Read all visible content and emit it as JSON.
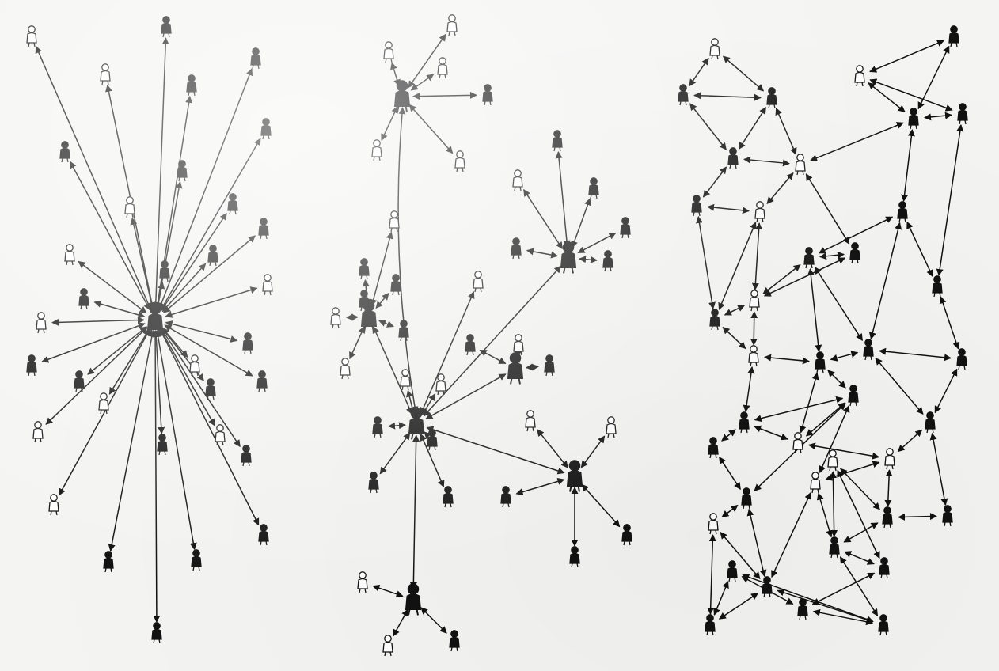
{
  "figure": {
    "colors": {
      "paper": "#f4f4f2",
      "ink": "#111111",
      "hollow_fill": "#ffffff"
    },
    "icon_names": [
      "person-icon",
      "arrow"
    ],
    "panels": [
      {
        "id": "centralized",
        "nodes": [
          {
            "id": "hub",
            "filled": true,
            "big": true
          },
          {
            "id": "n01",
            "filled": false
          },
          {
            "id": "n02",
            "filled": true
          },
          {
            "id": "n03",
            "filled": true
          },
          {
            "id": "n04",
            "filled": false
          },
          {
            "id": "n05",
            "filled": true
          },
          {
            "id": "n06",
            "filled": true
          },
          {
            "id": "n07",
            "filled": true
          },
          {
            "id": "n08",
            "filled": true
          },
          {
            "id": "n09",
            "filled": true
          },
          {
            "id": "n10",
            "filled": false
          },
          {
            "id": "n11",
            "filled": true
          },
          {
            "id": "n12",
            "filled": false
          },
          {
            "id": "n13",
            "filled": true
          },
          {
            "id": "n14",
            "filled": true
          },
          {
            "id": "n15",
            "filled": false
          },
          {
            "id": "n16",
            "filled": true
          },
          {
            "id": "n17",
            "filled": false
          },
          {
            "id": "n18",
            "filled": true
          },
          {
            "id": "n19",
            "filled": true
          },
          {
            "id": "n20",
            "filled": true
          },
          {
            "id": "n21",
            "filled": false
          },
          {
            "id": "n22",
            "filled": true
          },
          {
            "id": "n23",
            "filled": false
          },
          {
            "id": "n24",
            "filled": true
          },
          {
            "id": "n25",
            "filled": false
          },
          {
            "id": "n26",
            "filled": true
          },
          {
            "id": "n27",
            "filled": true
          },
          {
            "id": "n28",
            "filled": false
          },
          {
            "id": "n29",
            "filled": true
          },
          {
            "id": "n30",
            "filled": true
          },
          {
            "id": "n31",
            "filled": true
          },
          {
            "id": "n32",
            "filled": true
          },
          {
            "id": "n33",
            "filled": false
          }
        ],
        "edges": [
          [
            "hub",
            "n01"
          ],
          [
            "hub",
            "n02"
          ],
          [
            "hub",
            "n03"
          ],
          [
            "hub",
            "n04"
          ],
          [
            "hub",
            "n05"
          ],
          [
            "hub",
            "n06"
          ],
          [
            "hub",
            "n07"
          ],
          [
            "hub",
            "n08"
          ],
          [
            "hub",
            "n09"
          ],
          [
            "hub",
            "n10"
          ],
          [
            "hub",
            "n11"
          ],
          [
            "hub",
            "n12"
          ],
          [
            "hub",
            "n13"
          ],
          [
            "hub",
            "n14"
          ],
          [
            "hub",
            "n15"
          ],
          [
            "hub",
            "n16"
          ],
          [
            "hub",
            "n17"
          ],
          [
            "hub",
            "n18"
          ],
          [
            "hub",
            "n19"
          ],
          [
            "hub",
            "n20"
          ],
          [
            "hub",
            "n21"
          ],
          [
            "hub",
            "n22"
          ],
          [
            "hub",
            "n23"
          ],
          [
            "hub",
            "n24"
          ],
          [
            "hub",
            "n25"
          ],
          [
            "hub",
            "n26"
          ],
          [
            "hub",
            "n27"
          ],
          [
            "hub",
            "n28"
          ],
          [
            "hub",
            "n29"
          ],
          [
            "hub",
            "n30"
          ],
          [
            "hub",
            "n31"
          ],
          [
            "hub",
            "n32"
          ],
          [
            "hub",
            "n33"
          ]
        ]
      },
      {
        "id": "decentralized",
        "nodes": [
          {
            "id": "h1",
            "filled": true,
            "big": true
          },
          {
            "id": "h2",
            "filled": true,
            "big": true
          },
          {
            "id": "h3",
            "filled": true,
            "big": true
          },
          {
            "id": "h4",
            "filled": true,
            "big": true
          },
          {
            "id": "h5",
            "filled": true,
            "big": true
          },
          {
            "id": "h6",
            "filled": true,
            "big": true
          },
          {
            "id": "h7",
            "filled": true,
            "big": true
          },
          {
            "id": "a1",
            "filled": false
          },
          {
            "id": "a2",
            "filled": false
          },
          {
            "id": "a3",
            "filled": false
          },
          {
            "id": "a4",
            "filled": true
          },
          {
            "id": "a5",
            "filled": false
          },
          {
            "id": "a6",
            "filled": false
          },
          {
            "id": "b1",
            "filled": false
          },
          {
            "id": "b2",
            "filled": true
          },
          {
            "id": "b3",
            "filled": true
          },
          {
            "id": "b4",
            "filled": false
          },
          {
            "id": "b5",
            "filled": true
          },
          {
            "id": "b6",
            "filled": false
          },
          {
            "id": "b7",
            "filled": true
          },
          {
            "id": "c1",
            "filled": true
          },
          {
            "id": "c2",
            "filled": false
          },
          {
            "id": "c3",
            "filled": true
          },
          {
            "id": "c4",
            "filled": true
          },
          {
            "id": "c5",
            "filled": true
          },
          {
            "id": "c6",
            "filled": true
          },
          {
            "id": "d1",
            "filled": true
          },
          {
            "id": "d2",
            "filled": false
          },
          {
            "id": "d3",
            "filled": true
          },
          {
            "id": "e1",
            "filled": false
          },
          {
            "id": "e2",
            "filled": false
          },
          {
            "id": "e3",
            "filled": true
          },
          {
            "id": "e4",
            "filled": true
          },
          {
            "id": "e5",
            "filled": true
          },
          {
            "id": "e6",
            "filled": false
          },
          {
            "id": "e7",
            "filled": true
          },
          {
            "id": "f1",
            "filled": false
          },
          {
            "id": "f2",
            "filled": false
          },
          {
            "id": "f3",
            "filled": true
          },
          {
            "id": "f4",
            "filled": true
          },
          {
            "id": "f5",
            "filled": true
          },
          {
            "id": "g1",
            "filled": false
          },
          {
            "id": "g2",
            "filled": false
          },
          {
            "id": "g3",
            "filled": true
          }
        ],
        "edges": [
          [
            "h1",
            "a1"
          ],
          [
            "h1",
            "a2"
          ],
          [
            "h1",
            "a3"
          ],
          [
            "h1",
            "a4"
          ],
          [
            "h1",
            "a5"
          ],
          [
            "h1",
            "a6"
          ],
          [
            "h1",
            "h2"
          ],
          [
            "h3",
            "b1"
          ],
          [
            "h3",
            "b2"
          ],
          [
            "h3",
            "b3"
          ],
          [
            "h3",
            "b4"
          ],
          [
            "h3",
            "b5"
          ],
          [
            "h3",
            "b6"
          ],
          [
            "h3",
            "b7"
          ],
          [
            "h3",
            "h2"
          ],
          [
            "h4",
            "c1"
          ],
          [
            "h4",
            "c2"
          ],
          [
            "h4",
            "c3"
          ],
          [
            "h4",
            "c4"
          ],
          [
            "h4",
            "c5"
          ],
          [
            "h4",
            "c6"
          ],
          [
            "h5",
            "d1"
          ],
          [
            "h5",
            "d2"
          ],
          [
            "h5",
            "d3"
          ],
          [
            "h5",
            "h2"
          ],
          [
            "h2",
            "e1"
          ],
          [
            "h2",
            "e2"
          ],
          [
            "h2",
            "e3"
          ],
          [
            "h2",
            "e4"
          ],
          [
            "h2",
            "e5"
          ],
          [
            "h2",
            "e6"
          ],
          [
            "h2",
            "h4"
          ],
          [
            "h2",
            "h6"
          ],
          [
            "h2",
            "h7"
          ],
          [
            "h2",
            "e7"
          ],
          [
            "h6",
            "f1"
          ],
          [
            "h6",
            "f2"
          ],
          [
            "h6",
            "f3"
          ],
          [
            "h6",
            "f4"
          ],
          [
            "h6",
            "f5"
          ],
          [
            "h7",
            "g1"
          ],
          [
            "h7",
            "g2"
          ],
          [
            "h7",
            "g3"
          ]
        ]
      },
      {
        "id": "distributed",
        "nodes": [
          {
            "id": "m01",
            "filled": false
          },
          {
            "id": "m02",
            "filled": true
          },
          {
            "id": "m03",
            "filled": true
          },
          {
            "id": "m04",
            "filled": true
          },
          {
            "id": "m05",
            "filled": false
          },
          {
            "id": "m06",
            "filled": true
          },
          {
            "id": "m07",
            "filled": false
          },
          {
            "id": "m08",
            "filled": true
          },
          {
            "id": "m09",
            "filled": true
          },
          {
            "id": "m10",
            "filled": true
          },
          {
            "id": "m11",
            "filled": false
          },
          {
            "id": "m12",
            "filled": true
          },
          {
            "id": "m13",
            "filled": true
          },
          {
            "id": "m14",
            "filled": true
          },
          {
            "id": "m15",
            "filled": true
          },
          {
            "id": "m16",
            "filled": false
          },
          {
            "id": "m17",
            "filled": true
          },
          {
            "id": "m18",
            "filled": false
          },
          {
            "id": "m19",
            "filled": true
          },
          {
            "id": "m20",
            "filled": true
          },
          {
            "id": "m21",
            "filled": true
          },
          {
            "id": "m22",
            "filled": true
          },
          {
            "id": "m23",
            "filled": false
          },
          {
            "id": "m24",
            "filled": true
          },
          {
            "id": "m25",
            "filled": true
          },
          {
            "id": "m26",
            "filled": true
          },
          {
            "id": "m27",
            "filled": false
          },
          {
            "id": "m28",
            "filled": true
          },
          {
            "id": "m29",
            "filled": true
          },
          {
            "id": "m30",
            "filled": false
          },
          {
            "id": "m31",
            "filled": true
          },
          {
            "id": "m32",
            "filled": false
          },
          {
            "id": "m33",
            "filled": true
          },
          {
            "id": "m34",
            "filled": true
          },
          {
            "id": "m35",
            "filled": false
          },
          {
            "id": "m36",
            "filled": true
          },
          {
            "id": "m37",
            "filled": true
          },
          {
            "id": "m38",
            "filled": true
          },
          {
            "id": "m39",
            "filled": true
          },
          {
            "id": "m40",
            "filled": true
          }
        ],
        "edges": [
          [
            "m01",
            "m02"
          ],
          [
            "m01",
            "m03"
          ],
          [
            "m02",
            "m03"
          ],
          [
            "m02",
            "m06"
          ],
          [
            "m03",
            "m06"
          ],
          [
            "m03",
            "m07"
          ],
          [
            "m04",
            "m05"
          ],
          [
            "m04",
            "m09"
          ],
          [
            "m05",
            "m09"
          ],
          [
            "m05",
            "m10"
          ],
          [
            "m06",
            "m07"
          ],
          [
            "m06",
            "m08"
          ],
          [
            "m07",
            "m09"
          ],
          [
            "m07",
            "m11"
          ],
          [
            "m07",
            "m12"
          ],
          [
            "m08",
            "m11"
          ],
          [
            "m08",
            "m13"
          ],
          [
            "m09",
            "m10"
          ],
          [
            "m09",
            "m14"
          ],
          [
            "m10",
            "m15"
          ],
          [
            "m11",
            "m13"
          ],
          [
            "m11",
            "m16"
          ],
          [
            "m12",
            "m16"
          ],
          [
            "m12",
            "m17"
          ],
          [
            "m13",
            "m16"
          ],
          [
            "m13",
            "m18"
          ],
          [
            "m14",
            "m17"
          ],
          [
            "m14",
            "m15"
          ],
          [
            "m14",
            "m20"
          ],
          [
            "m15",
            "m21"
          ],
          [
            "m16",
            "m17"
          ],
          [
            "m16",
            "m18"
          ],
          [
            "m17",
            "m19"
          ],
          [
            "m17",
            "m20"
          ],
          [
            "m18",
            "m19"
          ],
          [
            "m18",
            "m22"
          ],
          [
            "m19",
            "m20"
          ],
          [
            "m19",
            "m23"
          ],
          [
            "m20",
            "m21"
          ],
          [
            "m20",
            "m24"
          ],
          [
            "m21",
            "m24"
          ],
          [
            "m22",
            "m25"
          ],
          [
            "m22",
            "m26"
          ],
          [
            "m19",
            "m26"
          ],
          [
            "m23",
            "m26"
          ],
          [
            "m23",
            "m27"
          ],
          [
            "m24",
            "m27"
          ],
          [
            "m24",
            "m28"
          ],
          [
            "m25",
            "m29"
          ],
          [
            "m26",
            "m29"
          ],
          [
            "m26",
            "m30"
          ],
          [
            "m27",
            "m30"
          ],
          [
            "m27",
            "m31"
          ],
          [
            "m28",
            "m31"
          ],
          [
            "m29",
            "m32"
          ],
          [
            "m29",
            "m33"
          ],
          [
            "m30",
            "m33"
          ],
          [
            "m30",
            "m34"
          ],
          [
            "m31",
            "m34"
          ],
          [
            "m31",
            "m35"
          ],
          [
            "m32",
            "m36"
          ],
          [
            "m33",
            "m36"
          ],
          [
            "m33",
            "m37"
          ],
          [
            "m34",
            "m37"
          ],
          [
            "m34",
            "m38"
          ],
          [
            "m35",
            "m38"
          ],
          [
            "m36",
            "m39"
          ],
          [
            "m37",
            "m39"
          ],
          [
            "m37",
            "m40"
          ],
          [
            "m38",
            "m40"
          ],
          [
            "m39",
            "m40"
          ],
          [
            "m32",
            "m33"
          ],
          [
            "m35",
            "m34"
          ],
          [
            "m22",
            "m23"
          ]
        ]
      }
    ]
  }
}
